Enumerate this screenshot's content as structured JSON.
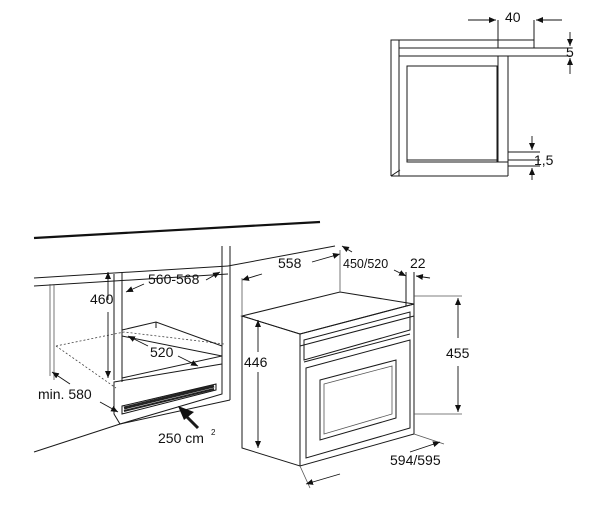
{
  "detail": {
    "dim_width": "40",
    "dim_top": "5",
    "dim_bottom": "1,5"
  },
  "cabinet": {
    "dim_opening_width": "560-568",
    "dim_height": "460",
    "dim_depth": "520",
    "dim_min_depth": "min. 580",
    "vent_area": "250 cm",
    "vent_area_sup": "2"
  },
  "oven": {
    "dim_depth": "558",
    "dim_front": "450/520",
    "dim_panel": "22",
    "dim_body_height": "446",
    "dim_total_height": "455",
    "dim_width": "594/595"
  }
}
